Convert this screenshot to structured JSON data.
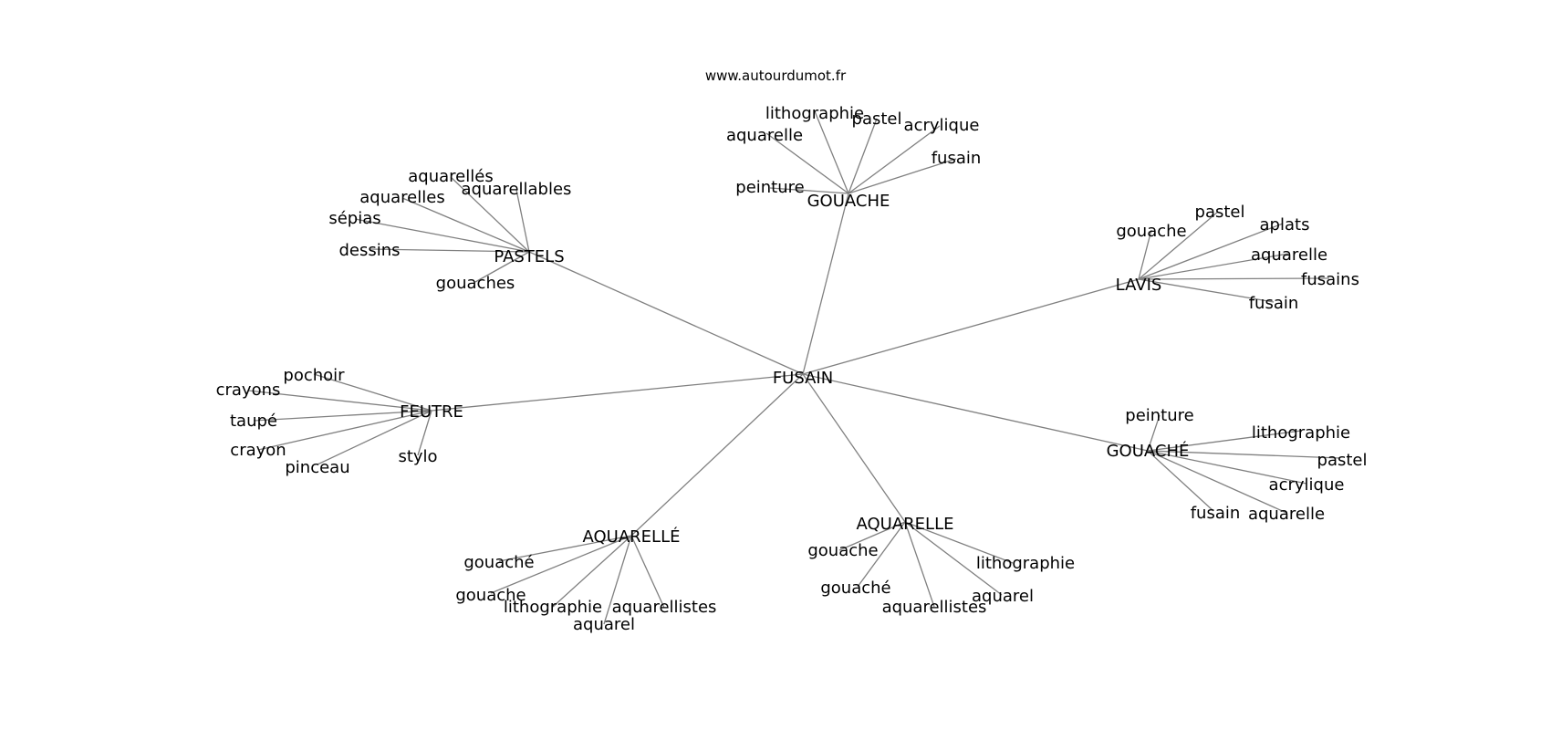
{
  "site": "www.autourdumot.fr",
  "graph": {
    "center": "FUSAIN",
    "clusters": [
      {
        "id": "gouache",
        "label": "GOUACHE",
        "words": [
          "lithographie",
          "pastel",
          "acrylique",
          "aquarelle",
          "fusain",
          "peinture"
        ]
      },
      {
        "id": "pastels",
        "label": "PASTELS",
        "words": [
          "aquarellés",
          "aquarellables",
          "aquarelles",
          "sépias",
          "dessins",
          "gouaches"
        ]
      },
      {
        "id": "lavis",
        "label": "LAVIS",
        "words": [
          "pastel",
          "aplats",
          "gouache",
          "aquarelle",
          "fusains",
          "fusain"
        ]
      },
      {
        "id": "feutre",
        "label": "FEUTRE",
        "words": [
          "pochoir",
          "crayons",
          "taupé",
          "crayon",
          "pinceau",
          "stylo"
        ]
      },
      {
        "id": "gouache-acc",
        "label": "GOUACHÉ",
        "words": [
          "peinture",
          "lithographie",
          "pastel",
          "acrylique",
          "fusain",
          "aquarelle"
        ]
      },
      {
        "id": "aquarelle-acc",
        "label": "AQUARELLÉ",
        "words": [
          "gouaché",
          "gouache",
          "lithographie",
          "aquarellistes",
          "aquarel"
        ]
      },
      {
        "id": "aquarelle",
        "label": "AQUARELLE",
        "words": [
          "gouache",
          "lithographie",
          "gouaché",
          "aquarel",
          "aquarellistes"
        ]
      }
    ]
  }
}
